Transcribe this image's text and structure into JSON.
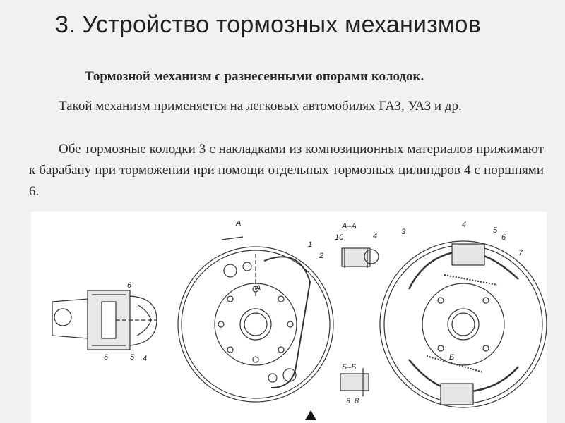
{
  "title": "3. Устройство тормозных механизмов",
  "subtitle": "Тормозной механизм с разнесенными опорами колодок.",
  "paragraphs": [
    "Такой механизм применяется на легковых автомобилях ГАЗ, УАЗ и др.",
    "Обе тормозные колодки 3 с накладками из композиционных материалов прижимают к барабану при торможении при помощи отдельных тормозных цилиндров 4 с поршнями 6."
  ],
  "figure": {
    "labels": {
      "a1": "А",
      "a2": "А",
      "n1": "1",
      "n2": "2",
      "aa": "А–А",
      "n10": "10",
      "n4a": "4",
      "n3": "3",
      "n4b": "4",
      "n5b": "5",
      "n6b": "6",
      "n7": "7",
      "b1": "Б",
      "bb": "Б–Б",
      "n9": "9",
      "n8": "8",
      "n6a": "6",
      "n5a": "5",
      "n4c": "4",
      "n6c": "6"
    }
  }
}
